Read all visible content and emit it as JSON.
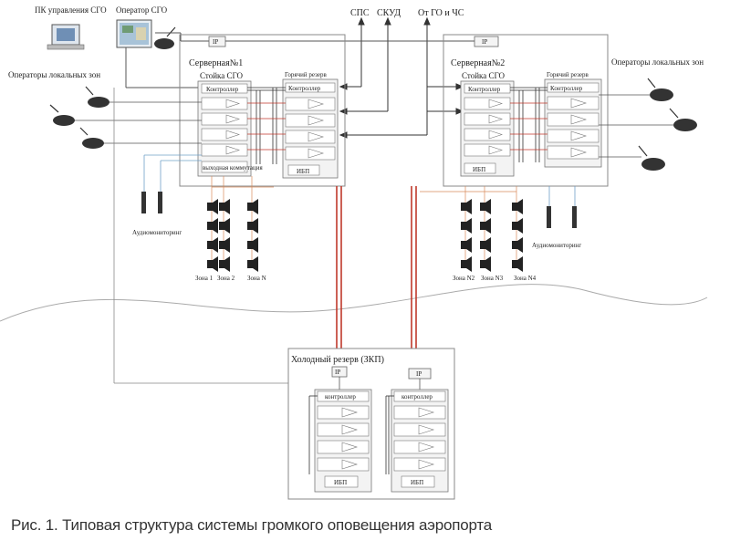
{
  "top": {
    "pk_sgo": "ПК управления СГО",
    "operator_sgo": "Оператор СГО",
    "sps": "СПС",
    "skud": "СКУД",
    "go_chs": "От ГО и ЧС"
  },
  "left_side": {
    "operators_title": "Операторы локальных зон",
    "audiomonitoring": "Аудиомониторинг"
  },
  "right_side": {
    "operators_title": "Операторы локальных зон",
    "audiomonitoring": "Аудиомониторинг"
  },
  "server1": {
    "title": "Серверная№1",
    "ip": "IP",
    "rack": "Стойка СГО",
    "hot_reserve": "Горячий резерв",
    "controller": "Контроллер",
    "controller2": "Контроллер",
    "ups": "ИБП",
    "small_label": "выходная коммутация"
  },
  "server2": {
    "title": "Серверная№2",
    "ip": "IP",
    "rack": "Стойка СГО",
    "hot_reserve": "Горячий резерв",
    "controller": "Контроллер",
    "controller2": "Контроллер",
    "ups": "ИБП"
  },
  "zones_left": [
    "Зона 1",
    "Зона 2",
    "Зона N"
  ],
  "zones_right": [
    "Зона N2",
    "Зона N3",
    "Зона N4"
  ],
  "cold": {
    "title": "Холодный резерв (ЗКП)",
    "ip1": "IP",
    "ip2": "IP",
    "controller1": "контроллер",
    "controller2": "контроллер",
    "ups1": "ИБП",
    "ups2": "ИБП"
  },
  "caption": "Рис. 1. Типовая структура системы громкого оповещения аэропорта",
  "colors": {
    "line": "#333333",
    "red": "#c0392b",
    "orange": "#d98a5a",
    "blue": "#6fa0c8",
    "box": "#888888",
    "fill": "#eeeeee"
  }
}
